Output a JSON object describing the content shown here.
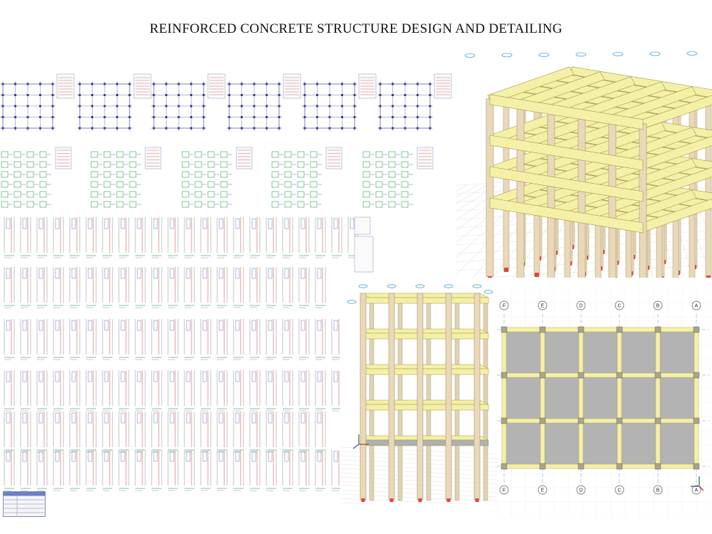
{
  "title": "REINFORCED CONCRETE STRUCTURE DESIGN AND DETAILING",
  "plan_view": {
    "grid_labels": [
      "F",
      "E",
      "D",
      "C",
      "B",
      "A"
    ]
  },
  "colors": {
    "beam": "#f5f0a8",
    "column": "#ead9b8",
    "slab": "#b3b3b3",
    "support": "#e0463c",
    "grid": "#9ec3d6",
    "drawing_line": "#6b6fb8",
    "drawing_green": "#2e9e4e",
    "drawing_red": "#c23a3a"
  }
}
